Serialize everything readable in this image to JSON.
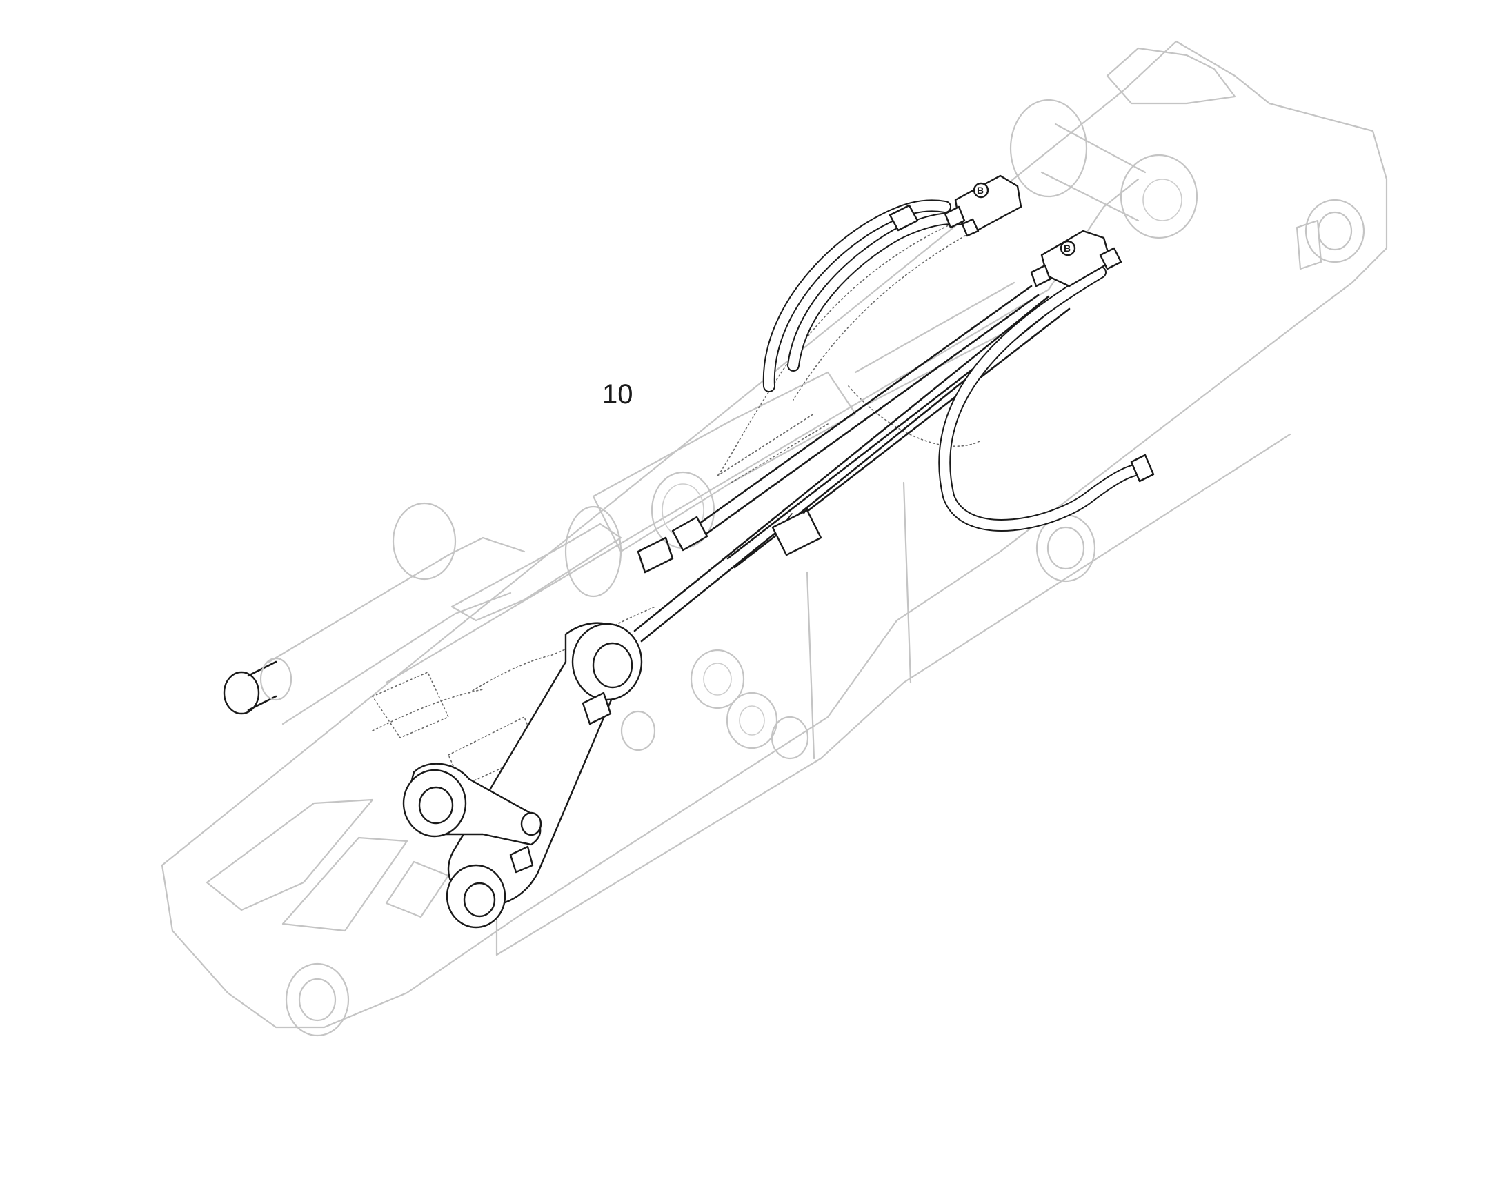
{
  "diagram": {
    "callouts": [
      {
        "id": "callout-10",
        "label": "10"
      }
    ],
    "fitting_markers": [
      {
        "id": "fitting-upper",
        "label": "B"
      },
      {
        "id": "fitting-lower",
        "label": "B"
      }
    ],
    "colors": {
      "ghost_outline": "#c4c4c4",
      "highlight_ink": "#1a1a1a",
      "hidden_line": "#6a6a6a",
      "background": "#ffffff"
    }
  }
}
